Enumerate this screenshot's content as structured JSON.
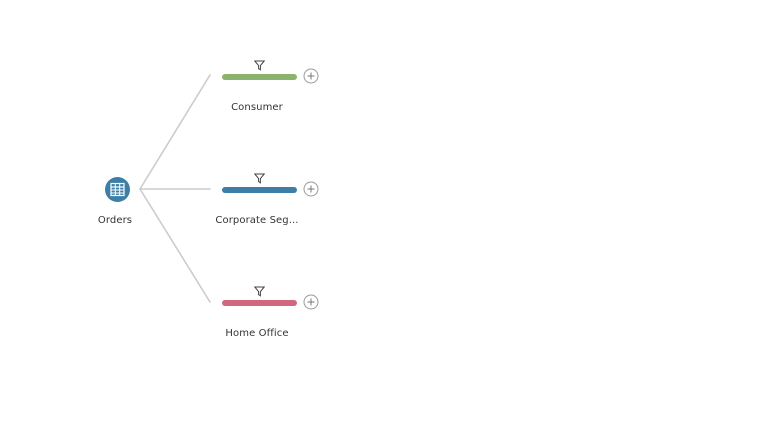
{
  "flow": {
    "source": {
      "label": "Orders",
      "icon": "table-icon",
      "color": "#3d7ea6"
    },
    "steps": [
      {
        "label": "Consumer",
        "color": "#8ab46c",
        "icon": "filter-icon",
        "action": "add-step-icon"
      },
      {
        "label": "Corporate Seg...",
        "color": "#3d7ea6",
        "icon": "filter-icon",
        "action": "add-step-icon"
      },
      {
        "label": "Home Office",
        "color": "#d0677f",
        "icon": "filter-icon",
        "action": "add-step-icon"
      }
    ]
  }
}
